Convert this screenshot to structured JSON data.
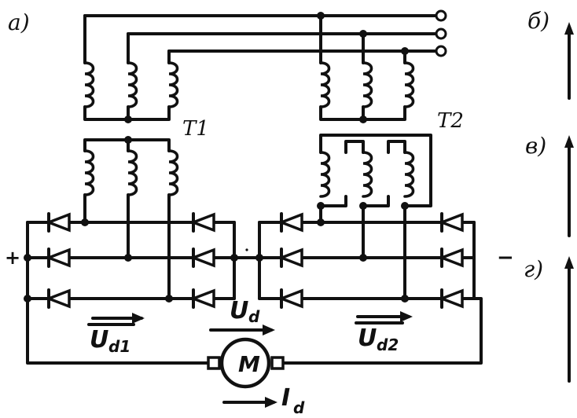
{
  "panels": {
    "a": "а)",
    "b": "б)",
    "v": "в)",
    "g": "г)"
  },
  "transformers": {
    "t1": "T1",
    "t2": "T2"
  },
  "polarity": {
    "plus": "+",
    "minus": "−"
  },
  "voltages": {
    "ud1_main": "U",
    "ud1_sub": "d1",
    "ud2_main": "U",
    "ud2_sub": "d2",
    "ud_main": "U",
    "ud_sub": "d"
  },
  "motor": {
    "label": "M"
  },
  "current": {
    "main": "I",
    "sub": "d"
  }
}
